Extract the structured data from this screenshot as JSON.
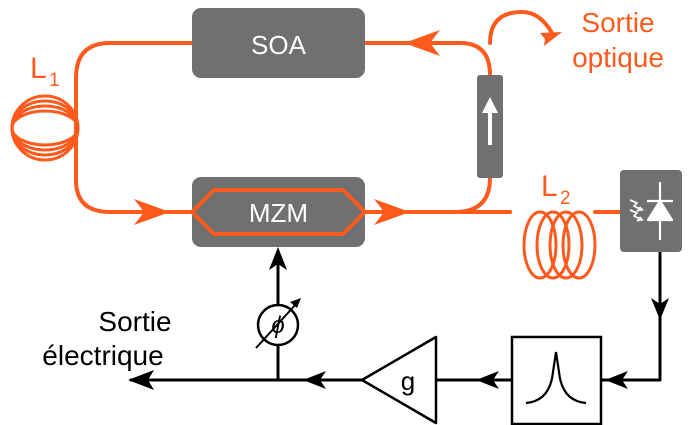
{
  "colors": {
    "optical": "#fd5a1e",
    "electrical": "#000000",
    "component_fill": "#707070",
    "component_text": "#ffffff"
  },
  "components": {
    "soa": {
      "label": "SOA"
    },
    "mzm": {
      "label": "MZM"
    },
    "amplifier": {
      "label": "g"
    },
    "phase_shifter": {
      "symbol": "ϕ"
    },
    "isolator": {
      "icon": "up-arrow-icon"
    },
    "photodiode": {
      "icon": "photodiode-icon"
    },
    "filter": {
      "icon": "bandpass-filter-icon"
    }
  },
  "fibers": {
    "l1": {
      "label": "L",
      "subscript": "1"
    },
    "l2": {
      "label": "L",
      "subscript": "2"
    }
  },
  "outputs": {
    "optical_line1": "Sortie",
    "optical_line2": "optique",
    "electrical_line1": "Sortie",
    "electrical_line2": "électrique"
  }
}
